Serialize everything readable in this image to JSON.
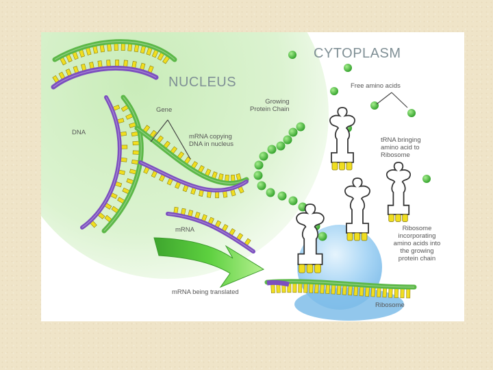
{
  "diagram": {
    "region_titles": {
      "nucleus": "NUCLEUS",
      "cytoplasm": "CYTOPLASM"
    },
    "labels": {
      "dna": "DNA",
      "gene": "Gene",
      "mrna_copying": [
        "mRNA copying",
        "DNA in nucleus"
      ],
      "growing_chain": [
        "Growing",
        "Protein Chain"
      ],
      "free_amino_acids": "Free amino acids",
      "trna": [
        "tRNA bringing",
        "amino acid to",
        "Ribosome"
      ],
      "mrna": "mRNA",
      "ribosome_incorporating": [
        "Ribosome",
        "incorporating",
        "amino acids into",
        "the growing",
        "protein chain"
      ],
      "mrna_translated": "mRNA being translated",
      "ribosome": "Ribosome"
    },
    "colors": {
      "nucleus": "#d6f1c9",
      "ribosome": "#9fd0f2",
      "amino_acid": "#4cbb38",
      "base": "#f0de1f",
      "backbone_green": "#5cb848",
      "backbone_purple": "#7c4fbf",
      "arrow": "#55c03a"
    }
  }
}
